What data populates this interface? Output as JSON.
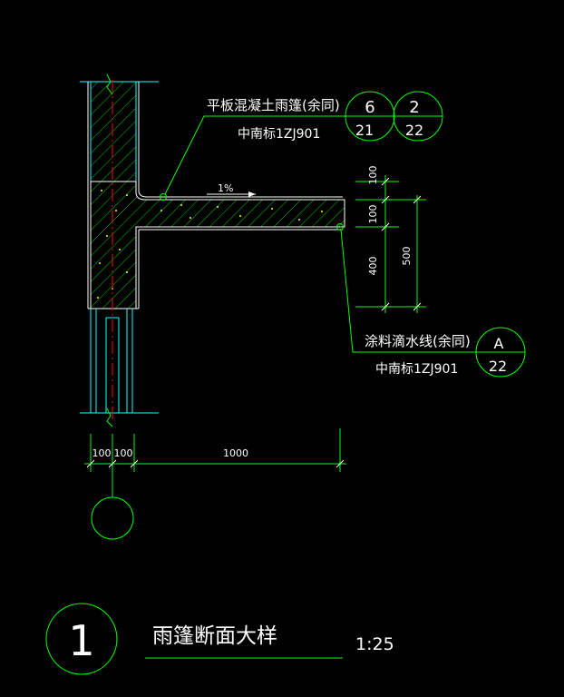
{
  "callout_canopy": {
    "line1": "平板混凝土雨篷(余同)",
    "line2": "中南标1ZJ901",
    "ref1_top": "6",
    "ref1_bottom": "21",
    "ref2_top": "2",
    "ref2_bottom": "22"
  },
  "callout_drip": {
    "line1": "涂料滴水线(余同)",
    "line2": "中南标1ZJ901",
    "ref_top": "A",
    "ref_bottom": "22"
  },
  "slope_label": "1%",
  "dims": {
    "v_100_top": "100",
    "v_100_mid": "100",
    "v_400": "400",
    "v_500": "500",
    "h_100_a": "100",
    "h_100_b": "100",
    "h_1000": "1000"
  },
  "title": {
    "number": "1",
    "text": "雨篷断面大样",
    "scale": "1:25"
  },
  "colors": {
    "background": "#000000",
    "green": "#00ff00",
    "cyan": "#00ffff",
    "white": "#ffffff",
    "red": "#ff0000",
    "yellow": "#ffff00"
  }
}
